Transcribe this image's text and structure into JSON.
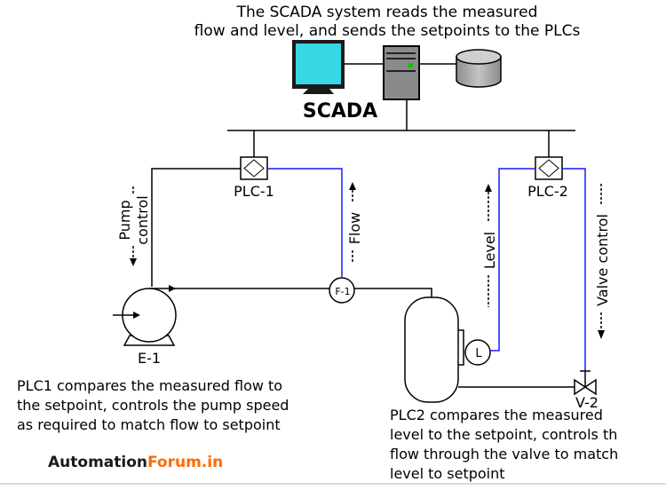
{
  "header_text": {
    "line1": "The SCADA system reads the measured",
    "line2": "flow and level, and sends the setpoints to the PLCs"
  },
  "scada_label": "SCADA",
  "plc1_label": "PLC-1",
  "plc2_label": "PLC-2",
  "pump_control_label": {
    "line1": "Pump",
    "line2": "control"
  },
  "flow_label": "Flow",
  "level_label": "Level",
  "valve_control_label": "Valve control",
  "flow_instrument_tag": "F-1",
  "level_instrument_tag": "L",
  "pump_tag": "E-1",
  "valve_tag": "V-2",
  "plc1_description": [
    "PLC1 compares the measured flow to",
    "the setpoint, controls the pump speed",
    "as required to match flow to setpoint"
  ],
  "plc2_description": [
    "PLC2 compares the measured",
    "level to the setpoint, controls th",
    "flow through the valve to match",
    "level to setpoint"
  ],
  "brand": {
    "part1": "Automation",
    "part2": "Forum.in"
  },
  "colors": {
    "monitor": "#37d7e6",
    "signal_line": "#1a1aff",
    "brand_dark": "#1a1a1a",
    "brand_accent": "#ff6a00",
    "server": "#8a8a8a",
    "database": "#a8a8a8"
  }
}
